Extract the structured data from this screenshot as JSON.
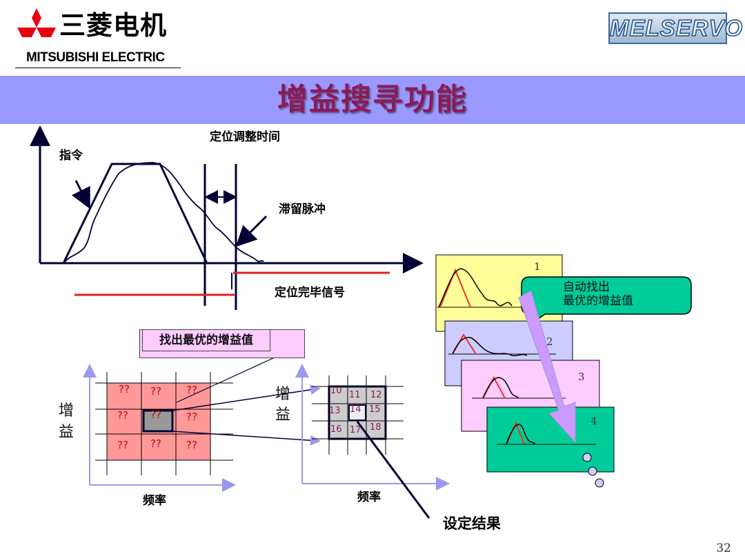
{
  "header": {
    "logo_jp": "三菱电机",
    "logo_en": "MITSUBISHI ELECTRIC",
    "brand": "MELSERVO"
  },
  "title": "增益搜寻功能",
  "top_diagram": {
    "settle_label": "定位调整时间",
    "command_label": "指令",
    "droop_label": "滞留脉冲",
    "complete_label": "定位完毕信号"
  },
  "search": {
    "box_label": "找出最优的增益值",
    "gain_axis": [
      "增",
      "益"
    ],
    "freq_label": "频率",
    "unknown_marks": [
      "??",
      "??",
      "??",
      "??",
      "??",
      "??",
      "??",
      "??",
      "??"
    ],
    "grid_cells": [
      "10",
      "11",
      "12",
      "13",
      "14",
      "15",
      "16",
      "17",
      "18"
    ],
    "result_label": "设定结果"
  },
  "panels": {
    "numbers": [
      "1",
      "2",
      "3",
      "4"
    ],
    "callout_lines": [
      "自动找出",
      "最优的增益值"
    ]
  },
  "page_number": "32",
  "colors": {
    "title_band": "#9999ff",
    "title_text": "#8b1a5a",
    "red_grid": "#ff9999",
    "panel_yellow": "#ffff99",
    "panel_lavender": "#ccccff",
    "panel_pink": "#ffccff",
    "panel_green": "#00cc99",
    "arrow_violet": "#cc99ff"
  }
}
